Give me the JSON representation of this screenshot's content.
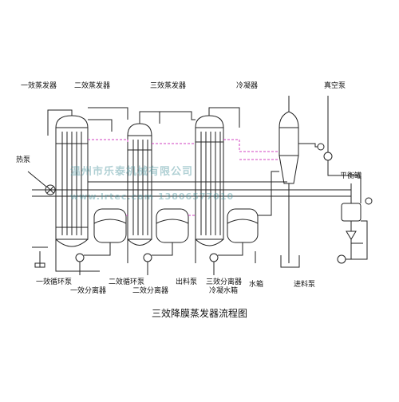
{
  "diagram": {
    "title": "三效降膜蒸发器流程图",
    "labels": {
      "effect1_evaporator": "一效蒸发器",
      "effect2_evaporator": "二效蒸发器",
      "effect3_evaporator": "三效蒸发器",
      "condenser": "冷凝器",
      "vacuum_pump": "真空泵",
      "heat_pump": "热泵",
      "balance_tank": "平衡罐",
      "effect1_circ_pump": "一效循环泵",
      "effect1_separator": "一效分离器",
      "effect2_circ_pump": "二效循环泵",
      "effect2_separator": "二效分离器",
      "discharge_pump": "出料泵",
      "effect3_separator": "三效分离器",
      "condensate_tank": "冷凝水箱",
      "water_tank": "水箱",
      "feed_pump": "进料泵"
    },
    "watermark": {
      "line1": "温州市乐泰机械有限公司",
      "line2": "www.lrtec.com 13806577010"
    },
    "colors": {
      "line": "#222222",
      "vapor_dash": "#d040c0",
      "watermark": "#5096a0"
    }
  }
}
